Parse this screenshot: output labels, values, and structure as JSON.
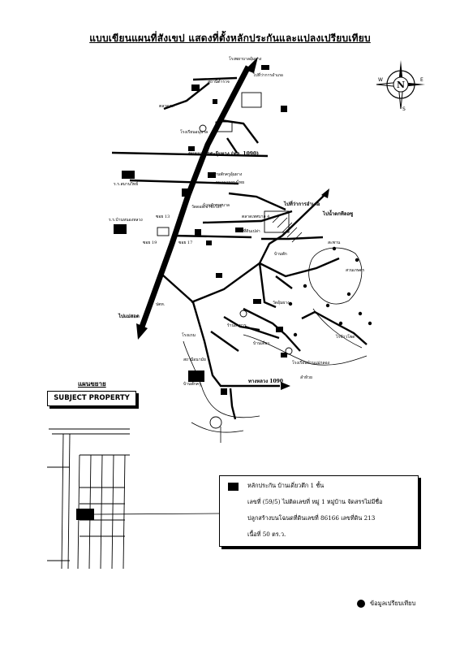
{
  "title": "แบบเขียนแผนที่สังเขป  แสดงที่ตั้งหลักประกันและแปลงเปรียบเทียบ",
  "compass": {
    "n": "N",
    "s": "S",
    "e": "E",
    "w": "W"
  },
  "map_labels": {
    "l1": "โรงพยาบาลอุ้มผาง",
    "l2": "ไปที่ว่าการอำเภอ",
    "l3": "สถานีตำรวจ",
    "l4": "ตลาดสด",
    "l5": "ถนนแม่สอด-อุ้มผาง (ทล. 1090)",
    "l6": "โรงเรียนอนุบาล",
    "l7": "บ้านพักครูอุ้มผาง",
    "l8": "ร.ร.สมานวิทย์",
    "l9": "ซอย 13",
    "l10": "วัดดอยเขาชะโงก",
    "l11": "ธนาคารกรุงไทย",
    "l12": "ซอย 17",
    "l13": "ตลาดเทศบาล 4",
    "l14": "ที่ดินเปล่า",
    "l15": "ไปที่ว่าการอำเภอ",
    "l16": "บ้านพักเทศบาล",
    "l17": "ร.ร.บ้านหนองหลวง",
    "l18": "ซอย 19",
    "l19": "สะพาน",
    "l20": "วัดอุ้มผาง",
    "l21": "ปตท.",
    "l22": "ร้านอาหาร",
    "l23": "บ้านพัก",
    "l24": "โรงแรม",
    "l25": "สวนเกษตร",
    "l26": "ไปน้ำตกทีลอซู",
    "l27": "ไร่ข้าวโพด",
    "l28": "สถานีอนามัย",
    "l29": "โรงเรียนบ้านแม่กลอง",
    "l30": "ไปแม่สอด",
    "l31": "ทางหลวง 1090",
    "l32": "บ้านพักครู",
    "l33": "บ้านเดี่ยว",
    "l34": "ลำห้วย"
  },
  "legend_title": "แผนขยาย",
  "subject_label": "SUBJECT PROPERTY",
  "info": {
    "line1": "หลักประกัน  บ้านเดี่ยวตึก 1 ชั้น",
    "line2": "เลขที่  (59/5) ไม่ติดเลขที่  หมู่ 1  หมู่บ้าน จัดสรรไม่มีชื่อ",
    "line3": "ปลูกสร้างบนโฉนดที่ดินเลขที่ 86166  เลขที่ดิน 213",
    "line4": "เนื้อที่   50   ตร.ว."
  },
  "legend_item": "ข้อมูลเปรียบเทียบ"
}
